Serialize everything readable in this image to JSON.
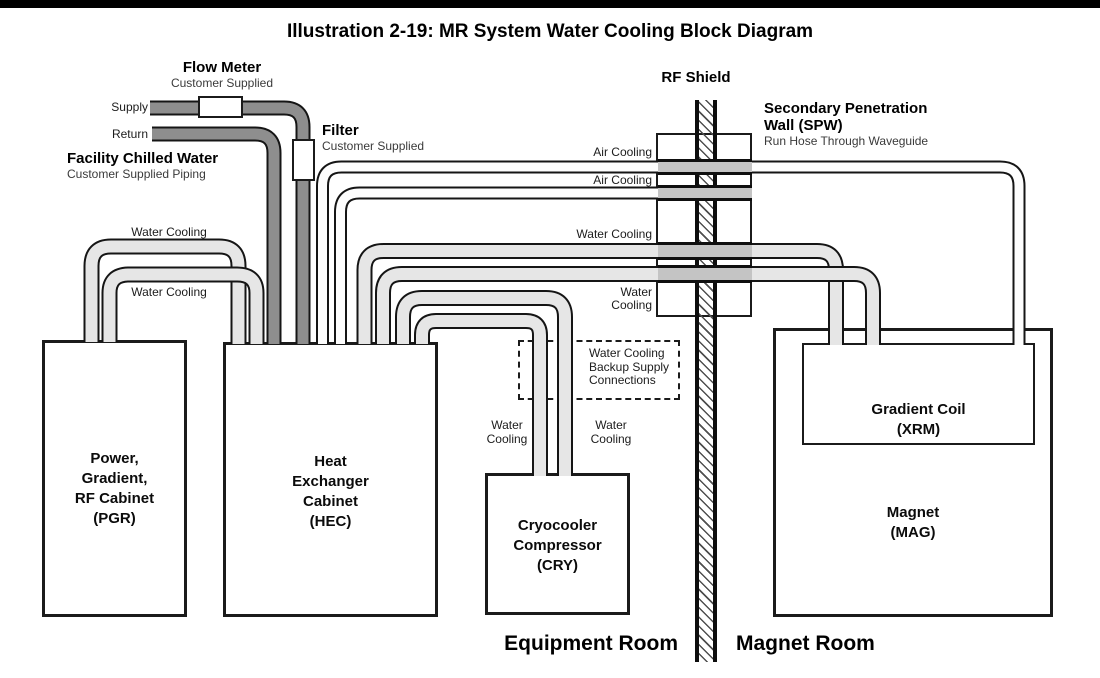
{
  "title": "Illustration 2-19:  MR System Water Cooling Block Diagram",
  "flow_meter": {
    "title": "Flow Meter",
    "subtitle": "Customer Supplied"
  },
  "filter": {
    "title": "Filter",
    "subtitle": "Customer Supplied"
  },
  "facility": {
    "title": "Facility Chilled Water",
    "subtitle": "Customer Supplied Piping"
  },
  "supply_label": "Supply",
  "return_label": "Return",
  "rf_shield_label": "RF Shield",
  "spw": {
    "title_line1": "Secondary Penetration",
    "title_line2": "Wall (SPW)",
    "subtitle": "Run Hose Through Waveguide"
  },
  "wall_labels": {
    "air1": "Air Cooling",
    "air2": "Air Cooling",
    "water1": "Water Cooling",
    "water2_line1": "Water",
    "water2_line2": "Cooling"
  },
  "loop_labels": {
    "outer": "Water Cooling",
    "inner": "Water Cooling"
  },
  "backup": {
    "lines": [
      "Water Cooling",
      "Backup Supply",
      "Connections"
    ]
  },
  "cry_labels": {
    "left": {
      "line1": "Water",
      "line2": "Cooling"
    },
    "right": {
      "line1": "Water",
      "line2": "Cooling"
    }
  },
  "boxes": {
    "pgr": {
      "lines": [
        "Power,",
        "Gradient,",
        "RF Cabinet",
        "(PGR)"
      ]
    },
    "hec": {
      "lines": [
        "Heat",
        "Exchanger",
        "Cabinet",
        "(HEC)"
      ]
    },
    "cry": {
      "lines": [
        "Cryocooler",
        "Compressor",
        "(CRY)"
      ]
    },
    "xrm": {
      "lines": [
        "Gradient Coil",
        "(XRM)"
      ]
    },
    "mag": {
      "lines": [
        "Magnet",
        "(MAG)"
      ]
    }
  },
  "rooms": {
    "equipment": "Equipment Room",
    "magnet": "Magnet Room"
  },
  "colors": {
    "facility_pipe": "#8e8e8e",
    "water_pipe": "#e6e6e6",
    "air_pipe": "#fdfdfd",
    "waveguide_band": "#c4c4c4",
    "outline": "#151515"
  }
}
